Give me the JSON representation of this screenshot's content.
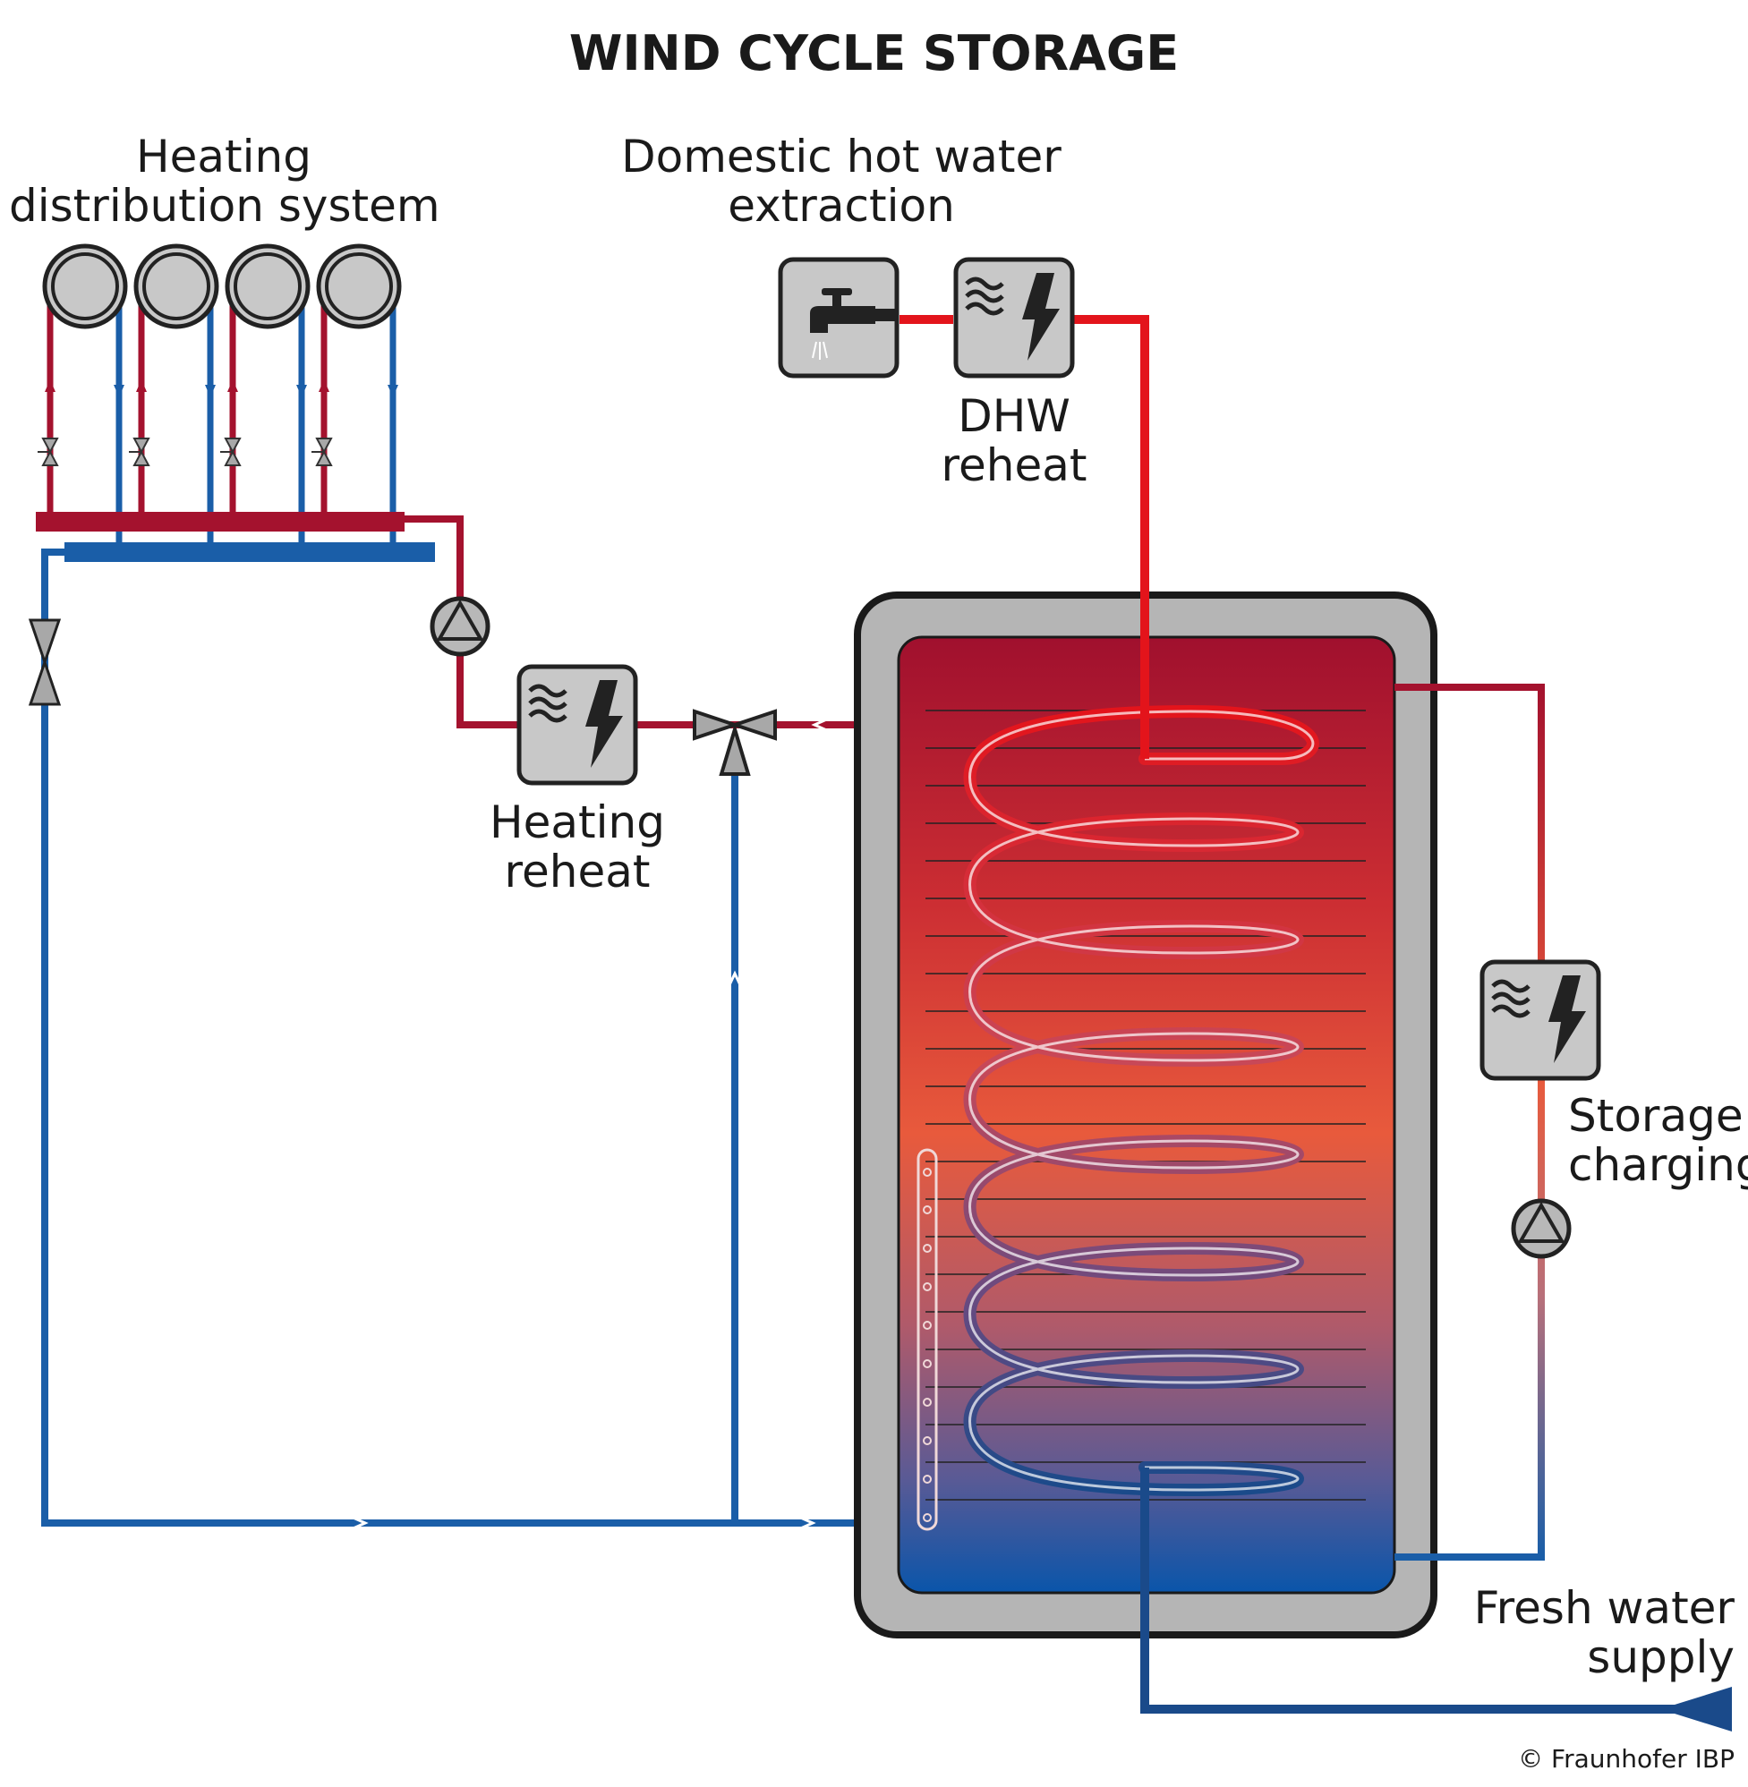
{
  "title": "WIND CYCLE STORAGE",
  "labels": {
    "heating_distribution": [
      "Heating",
      "distribution system"
    ],
    "dhw_extraction": [
      "Domestic hot water",
      "extraction"
    ],
    "dhw_reheat": [
      "DHW",
      "reheat"
    ],
    "heating_reheat": [
      "Heating",
      "reheat"
    ],
    "storage_charging": [
      "Storage",
      "charging"
    ],
    "fresh_water_supply": [
      "Fresh water",
      "supply"
    ]
  },
  "copyright": "© Fraunhofer IBP",
  "colors": {
    "hot_pipe": "#a4122e",
    "dhw_pipe": "#e3141b",
    "cold_pipe": "#1a5ea8",
    "device_fill": "#c8c8c8",
    "device_stroke": "#222222",
    "tank_top": "#a0102e",
    "tank_mid": "#e85a3c",
    "tank_bottom": "#0a55aa"
  },
  "icons": [
    "radiator-icon",
    "valve-icon",
    "pump-icon",
    "electric-heater-icon",
    "tap-icon",
    "three-way-valve-icon"
  ]
}
